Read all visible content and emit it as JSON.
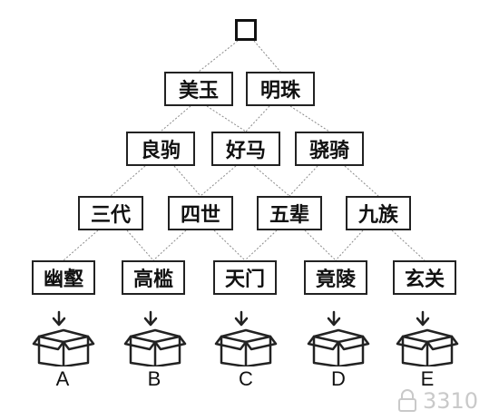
{
  "diagram": {
    "rows": [
      [
        "美玉",
        "明珠"
      ],
      [
        "良驹",
        "好马",
        "骁骑"
      ],
      [
        "三代",
        "四世",
        "五辈",
        "九族"
      ],
      [
        "幽壑",
        "高槛",
        "天门",
        "竟陵",
        "玄关"
      ]
    ],
    "box_labels": [
      "A",
      "B",
      "C",
      "D",
      "E"
    ],
    "watermark": "3310"
  }
}
